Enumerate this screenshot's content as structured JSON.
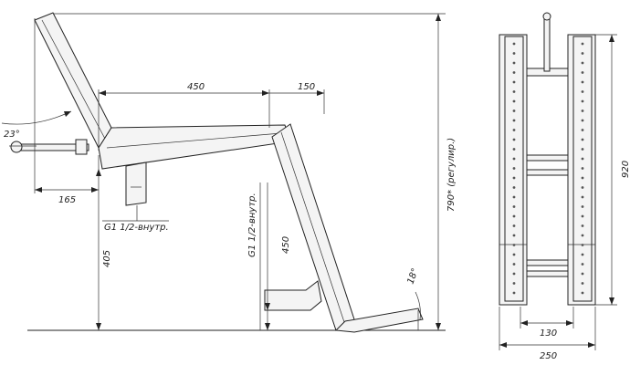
{
  "dimensions": {
    "d450_top": "450",
    "d150": "150",
    "angle23": "23°",
    "d165": "165",
    "d405": "405",
    "d450_vert": "450",
    "d790": "790* (регулир.)",
    "angle18": "18°",
    "d920": "920",
    "d130": "130",
    "d250": "250"
  },
  "notes": {
    "thread_top": "G1 1/2-внутр.",
    "thread_vert": "G1 1/2-внутр."
  }
}
